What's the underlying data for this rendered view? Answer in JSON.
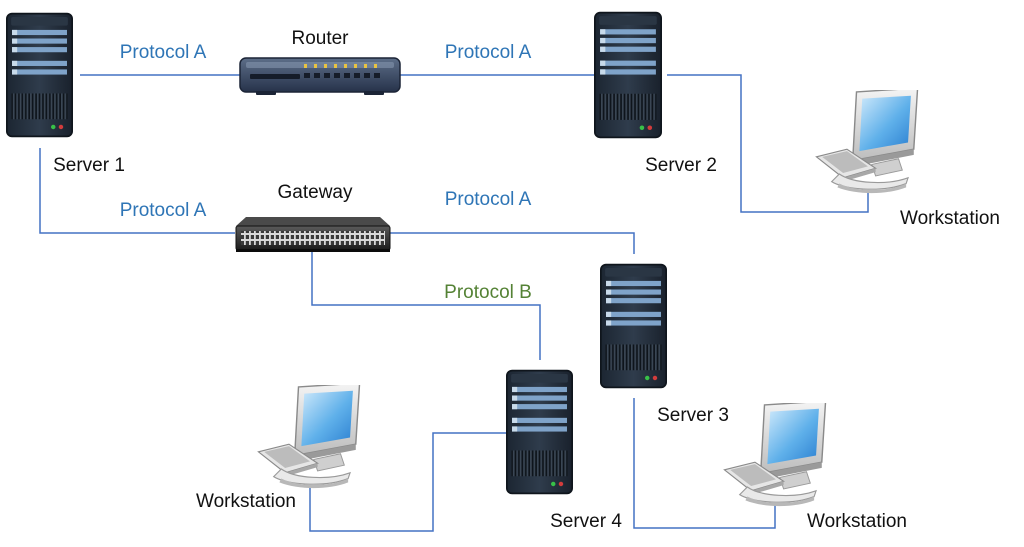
{
  "colors": {
    "protocol_a": "#2E75B6",
    "protocol_b": "#548235",
    "link": "#4472C4",
    "label": "#111111"
  },
  "labels": {
    "router": "Router",
    "gateway": "Gateway",
    "server_1": "Server 1",
    "server_2": "Server 2",
    "server_3": "Server 3",
    "server_4": "Server 4",
    "workstation": "Workstation"
  },
  "links": {
    "s1_router": "Protocol A",
    "router_s2": "Protocol A",
    "s1_gateway": "Protocol A",
    "gateway_s3": "Protocol A",
    "gateway_s4": "Protocol B"
  },
  "icons": {
    "server": "server-tower-icon",
    "router": "router-icon",
    "gateway": "network-switch-icon",
    "workstation": "computer-workstation-icon"
  }
}
